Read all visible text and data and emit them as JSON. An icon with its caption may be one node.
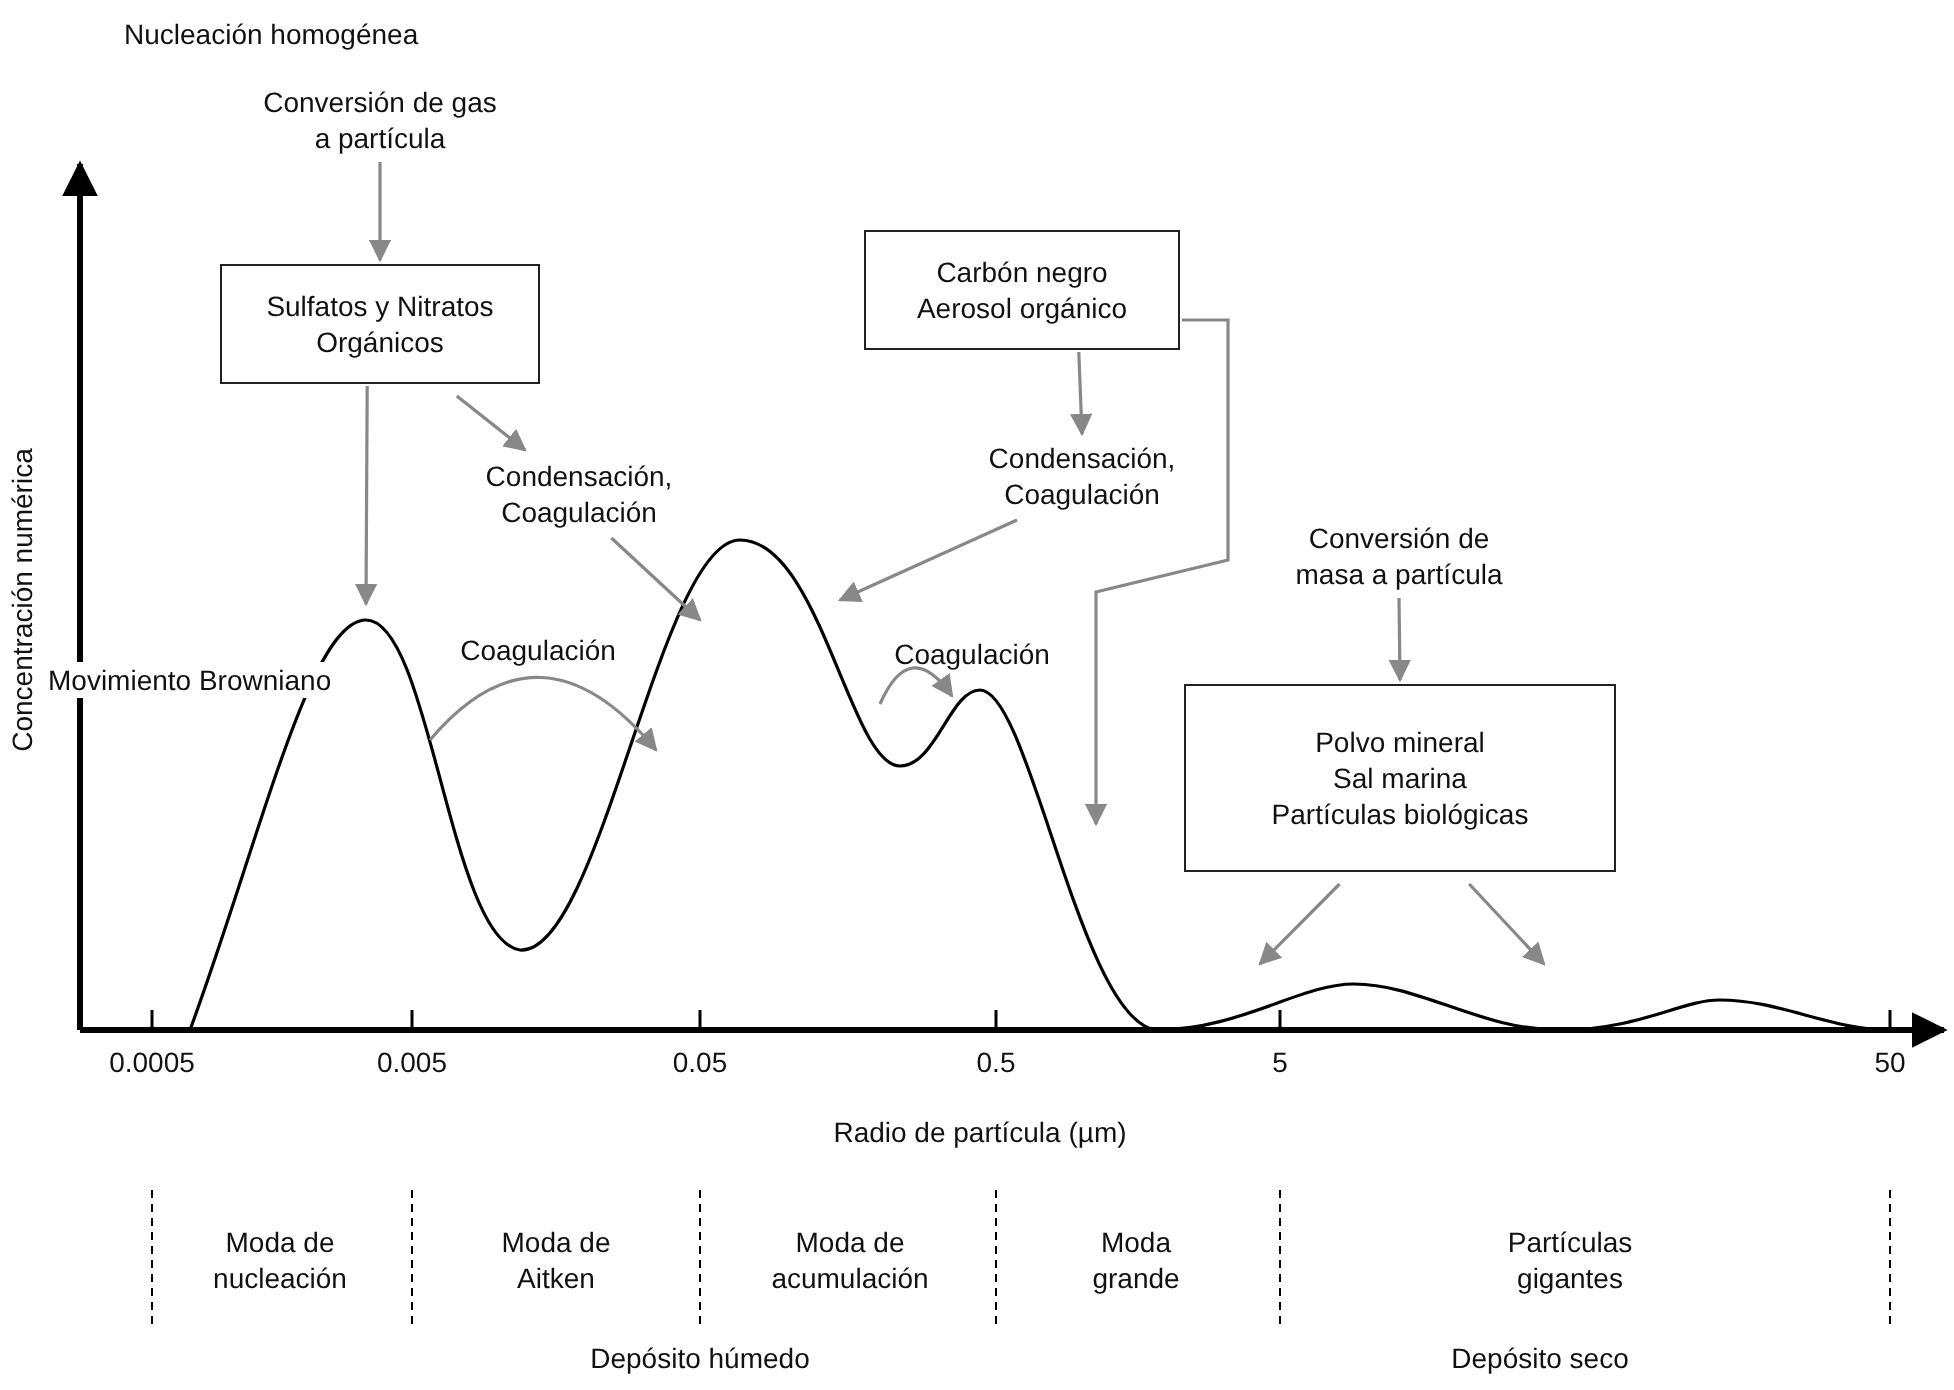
{
  "diagram": {
    "nodes": [
      {
        "text": [
          "Conversión de gas a partícula"
        ]
      },
      {
        "text": [
          "Sulfatos y Nitratos Orgánicos"
        ]
      },
      {
        "text": [
          "Condensación, Coagulación"
        ]
      },
      {
        "text": [
          "Carbón negro",
          "Aerosol orgánico"
        ]
      },
      {
        "text": [
          "Condensación, Coagulación"
        ]
      },
      {
        "text": [
          "Conversión de masa a partícula"
        ]
      },
      {
        "text": [
          "Polvo mineral",
          "Sal marina",
          "Partículas biológicas"
        ]
      }
    ],
    "edges": [
      {
        "from": 0,
        "to": 1,
        "arrow": "to"
      },
      {
        "from": 1,
        "to": null,
        "arrow": "to"
      },
      {
        "from": 1,
        "to": 2,
        "arrow": "to"
      },
      {
        "from": 2,
        "to": null,
        "arrow": "to"
      },
      {
        "from": 3,
        "to": 4,
        "arrow": "to"
      },
      {
        "from": 4,
        "to": null,
        "arrow": "to"
      },
      {
        "from": 3,
        "to": null,
        "arrow": "to"
      },
      {
        "from": 5,
        "to": 6,
        "arrow": "to"
      },
      {
        "from": 6,
        "to": null,
        "arrow": "to"
      },
      {
        "from": 6,
        "to": null,
        "arrow": "to"
      }
    ],
    "labels": [
      "Nucleación homogénea",
      "Movimiento Browniano",
      "Coagulación",
      "Coagulación",
      "Concentración numérica",
      "0.0005",
      "0.005",
      "0.05",
      "0.5",
      "5",
      "50",
      "Radio de partícula (µm)",
      "Moda de nucleación",
      "Moda de Aitken",
      "Moda de acumulación",
      "Moda grande",
      "Partículas gigantes",
      "Depósito húmedo",
      "Depósito seco"
    ]
  }
}
